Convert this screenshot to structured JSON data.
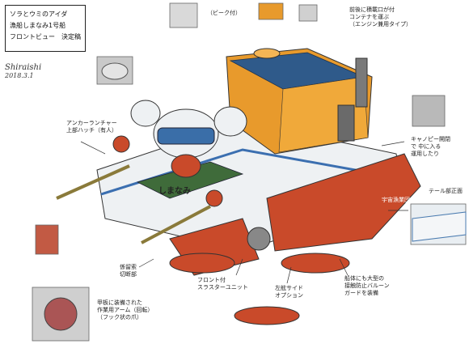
{
  "title_box": {
    "line1": "ソラとウミのアイダ",
    "line2": "漁船しまなみ1号船",
    "line3": "フロントビュー　決定稿"
  },
  "signature": {
    "name": "Shiraishi",
    "date": "2018.3.1"
  },
  "hull_label": "しまなみ",
  "logo_label": "宇宙漁業団",
  "annotations": [
    {
      "id": "top-note",
      "text": "（ビーク付）"
    },
    {
      "id": "right-note",
      "text": "前後に積載口が付\nコンテナを運ぶ\n（エンジン兼用タイプ）"
    },
    {
      "id": "left-1",
      "text": "アンカーランチャー\n上部ハッチ（有人）"
    },
    {
      "id": "right-2",
      "text": "キャノピー開閉\nで 中に入る\n運用したり"
    },
    {
      "id": "right-3",
      "text": "テール部正面"
    },
    {
      "id": "left-2",
      "text": "係留索\n切断部"
    },
    {
      "id": "bottom-1",
      "text": "フロント付\nスラスターユニット"
    },
    {
      "id": "bottom-2",
      "text": "左舷サイド\nオプション"
    },
    {
      "id": "bottom-3",
      "text": "船体にも大型の\n接触防止バルーン\nガードを装備"
    },
    {
      "id": "bottom-left",
      "text": "甲板に装備された\n作業用アーム（回転）\n（フック状の爪）"
    }
  ],
  "colors": {
    "hull_red": "#c94a2a",
    "hull_white": "#eef1f3",
    "cargo_orange": "#e89a2c",
    "deck_green": "#3f6b3a",
    "solar_blue": "#2f5a8a"
  }
}
